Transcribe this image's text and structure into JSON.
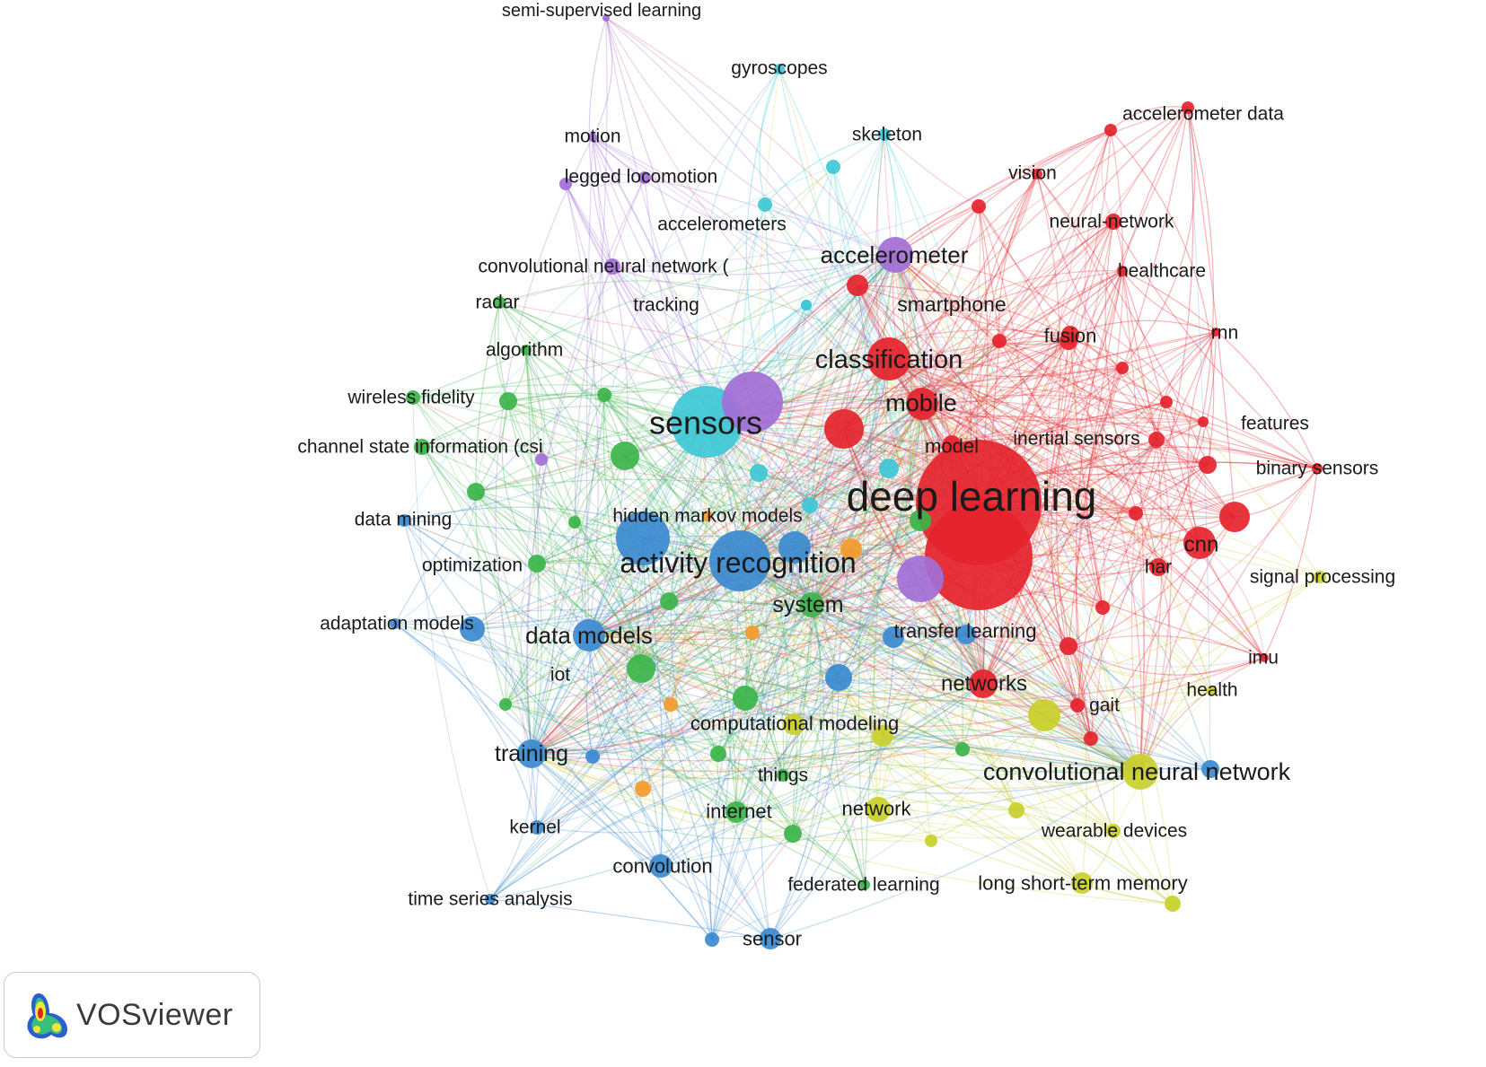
{
  "app": {
    "logo_text": "VOSviewer"
  },
  "colors": {
    "red": "#e5232c",
    "green": "#3cb44a",
    "blue": "#3b8ad0",
    "yellow": "#c9cf2a",
    "purple": "#a26fd6",
    "cyan": "#3ec8d6",
    "orange": "#f39a2b"
  },
  "nodes": [
    {
      "id": "semi-supervised-learning",
      "label": "semi-supervised learning",
      "cluster": "purple",
      "weight": 2
    },
    {
      "id": "gyroscopes",
      "label": "gyroscopes",
      "cluster": "cyan",
      "weight": 2
    },
    {
      "id": "skeleton",
      "label": "skeleton",
      "cluster": "cyan",
      "weight": 3
    },
    {
      "id": "motion",
      "label": "motion",
      "cluster": "purple",
      "weight": 2
    },
    {
      "id": "legged-locomotion",
      "label": "legged locomotion",
      "cluster": "purple",
      "weight": 2
    },
    {
      "id": "accelerometers",
      "label": "accelerometers",
      "cluster": "cyan",
      "weight": 3
    },
    {
      "id": "accelerometer",
      "label": "accelerometer",
      "cluster": "purple",
      "weight": 8
    },
    {
      "id": "convolutional-neural-network-paren",
      "label": "convolutional neural network (",
      "cluster": "purple",
      "weight": 3
    },
    {
      "id": "radar",
      "label": "radar",
      "cluster": "green",
      "weight": 3
    },
    {
      "id": "tracking",
      "label": "tracking",
      "cluster": "cyan",
      "weight": 2
    },
    {
      "id": "smartphone",
      "label": "smartphone",
      "cluster": "red",
      "weight": 5
    },
    {
      "id": "accelerometer-data",
      "label": "accelerometer data",
      "cluster": "red",
      "weight": 2
    },
    {
      "id": "vision",
      "label": "vision",
      "cluster": "red",
      "weight": 2
    },
    {
      "id": "neural-network",
      "label": "neural-network",
      "cluster": "red",
      "weight": 3
    },
    {
      "id": "healthcare",
      "label": "healthcare",
      "cluster": "red",
      "weight": 2
    },
    {
      "id": "algorithm",
      "label": "algorithm",
      "cluster": "green",
      "weight": 3
    },
    {
      "id": "classification",
      "label": "classification",
      "cluster": "red",
      "weight": 12
    },
    {
      "id": "fusion",
      "label": "fusion",
      "cluster": "red",
      "weight": 4
    },
    {
      "id": "rnn",
      "label": "rnn",
      "cluster": "red",
      "weight": 2
    },
    {
      "id": "wireless-fidelity",
      "label": "wireless fidelity",
      "cluster": "green",
      "weight": 3
    },
    {
      "id": "sensors",
      "label": "sensors",
      "cluster": "cyan",
      "weight": 20
    },
    {
      "id": "mobile",
      "label": "mobile",
      "cluster": "red",
      "weight": 8
    },
    {
      "id": "features",
      "label": "features",
      "cluster": "red",
      "weight": 2
    },
    {
      "id": "channel-state-information",
      "label": "channel state information (csi",
      "cluster": "green",
      "weight": 3
    },
    {
      "id": "model",
      "label": "model",
      "cluster": "red",
      "weight": 4
    },
    {
      "id": "inertial-sensors",
      "label": "inertial sensors",
      "cluster": "red",
      "weight": 3
    },
    {
      "id": "binary-sensors",
      "label": "binary sensors",
      "cluster": "red",
      "weight": 2
    },
    {
      "id": "deep-learning",
      "label": "deep learning",
      "cluster": "red",
      "weight": 40
    },
    {
      "id": "data-mining",
      "label": "data mining",
      "cluster": "blue",
      "weight": 3
    },
    {
      "id": "hidden-markov-models",
      "label": "hidden markov models",
      "cluster": "orange",
      "weight": 3
    },
    {
      "id": "cnn",
      "label": "cnn",
      "cluster": "red",
      "weight": 6
    },
    {
      "id": "optimization",
      "label": "optimization",
      "cluster": "green",
      "weight": 4
    },
    {
      "id": "activity-recognition",
      "label": "activity recognition",
      "cluster": "blue",
      "weight": 22
    },
    {
      "id": "har",
      "label": "har",
      "cluster": "red",
      "weight": 4
    },
    {
      "id": "signal-processing",
      "label": "signal processing",
      "cluster": "yellow",
      "weight": 2
    },
    {
      "id": "system",
      "label": "system",
      "cluster": "green",
      "weight": 6
    },
    {
      "id": "adaptation-models",
      "label": "adaptation models",
      "cluster": "blue",
      "weight": 3
    },
    {
      "id": "data-models",
      "label": "data models",
      "cluster": "blue",
      "weight": 7
    },
    {
      "id": "transfer-learning",
      "label": "transfer learning",
      "cluster": "blue",
      "weight": 4
    },
    {
      "id": "imu",
      "label": "imu",
      "cluster": "red",
      "weight": 2
    },
    {
      "id": "iot",
      "label": "iot",
      "cluster": "green",
      "weight": 5
    },
    {
      "id": "networks",
      "label": "networks",
      "cluster": "red",
      "weight": 7
    },
    {
      "id": "health",
      "label": "health",
      "cluster": "yellow",
      "weight": 2
    },
    {
      "id": "gait",
      "label": "gait",
      "cluster": "red",
      "weight": 3
    },
    {
      "id": "computational-modeling",
      "label": "computational modeling",
      "cluster": "yellow",
      "weight": 5
    },
    {
      "id": "training",
      "label": "training",
      "cluster": "blue",
      "weight": 7
    },
    {
      "id": "convolutional-neural-network",
      "label": "convolutional neural network",
      "cluster": "yellow",
      "weight": 10
    },
    {
      "id": "things",
      "label": "things",
      "cluster": "green",
      "weight": 3
    },
    {
      "id": "internet",
      "label": "internet",
      "cluster": "green",
      "weight": 4
    },
    {
      "id": "network",
      "label": "network",
      "cluster": "yellow",
      "weight": 4
    },
    {
      "id": "kernel",
      "label": "kernel",
      "cluster": "blue",
      "weight": 3
    },
    {
      "id": "wearable-devices",
      "label": "wearable devices",
      "cluster": "yellow",
      "weight": 3
    },
    {
      "id": "convolution",
      "label": "convolution",
      "cluster": "blue",
      "weight": 4
    },
    {
      "id": "federated-learning",
      "label": "federated learning",
      "cluster": "green",
      "weight": 2
    },
    {
      "id": "long-short-term-memory",
      "label": "long short-term memory",
      "cluster": "yellow",
      "weight": 4
    },
    {
      "id": "time-series-analysis",
      "label": "time series analysis",
      "cluster": "blue",
      "weight": 2
    },
    {
      "id": "sensor",
      "label": "sensor",
      "cluster": "blue",
      "weight": 3
    }
  ]
}
